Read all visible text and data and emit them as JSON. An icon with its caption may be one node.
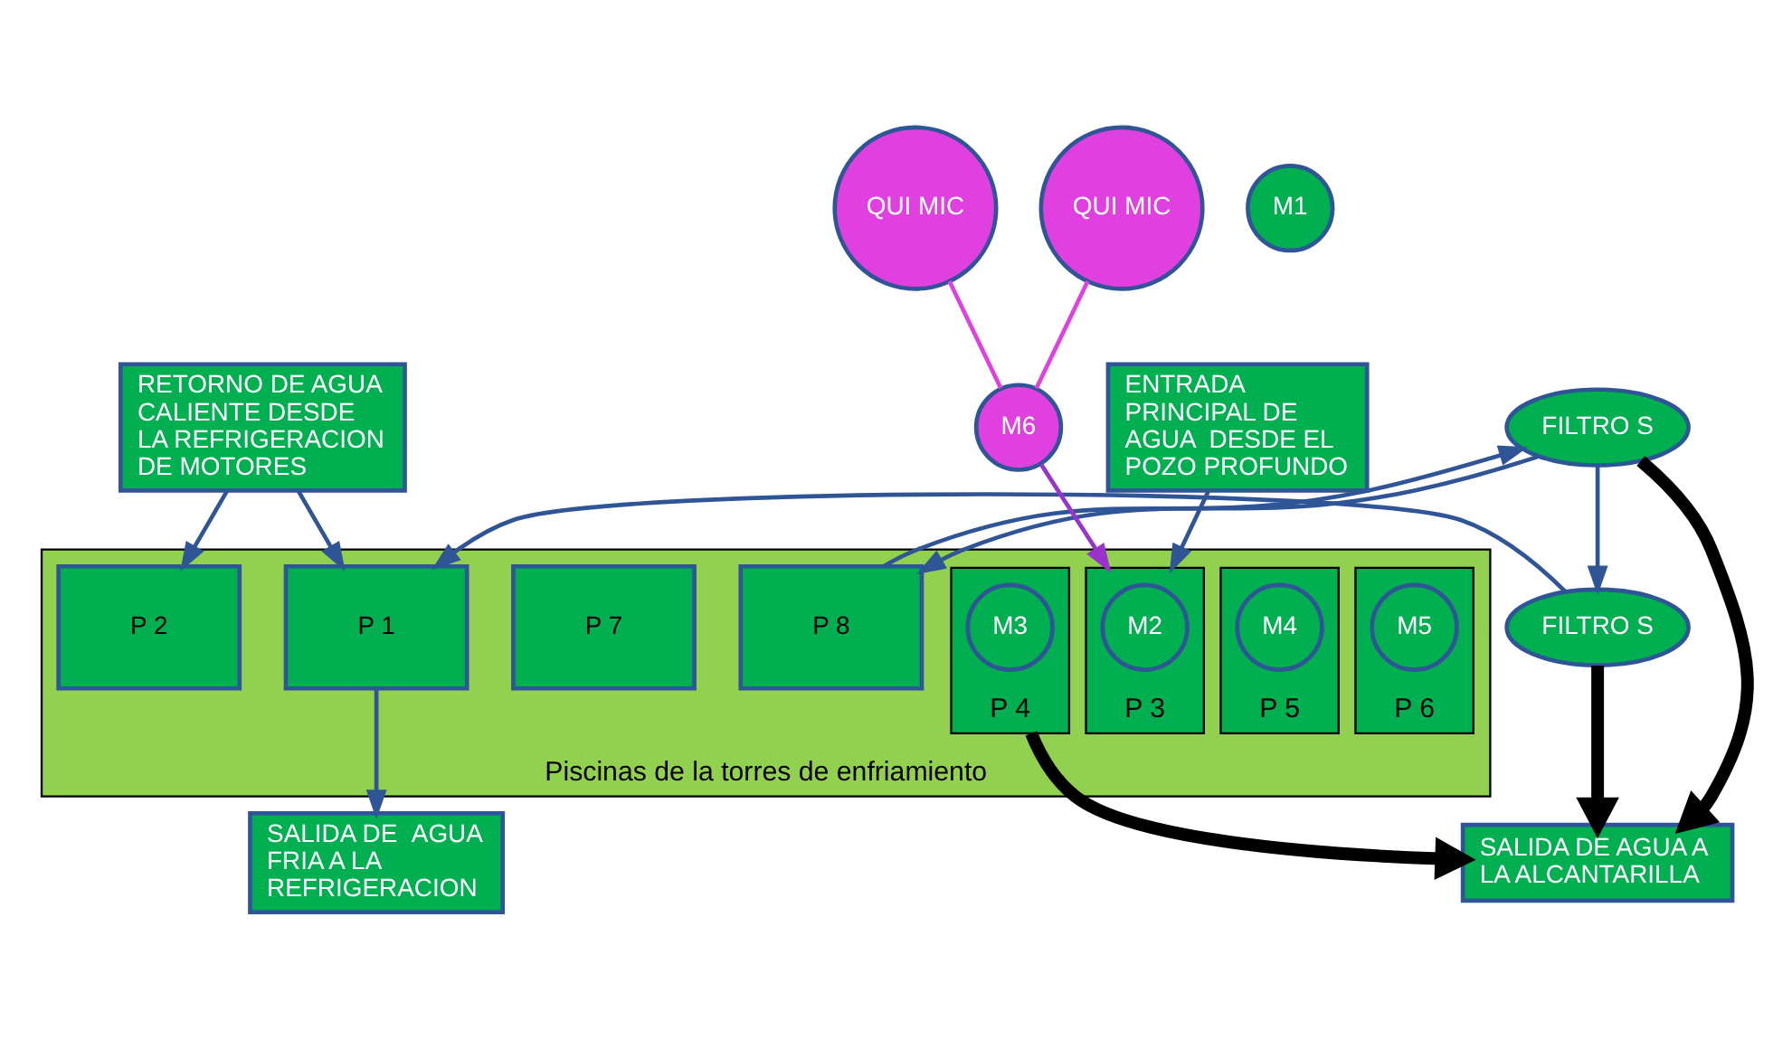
{
  "diagram": {
    "nodes": [
      {
        "text": [
          "Piscinas de la torres de enfriamiento"
        ]
      },
      {
        "text": [
          "P 8"
        ],
        "in": 0
      },
      {
        "text": [
          "P 7"
        ],
        "in": 0
      },
      {
        "text": [
          "P 6"
        ],
        "in": 0
      },
      {
        "text": [
          "M5"
        ],
        "in": 3
      },
      {
        "text": [
          "P 5"
        ],
        "in": 0
      },
      {
        "text": [
          "M4"
        ],
        "in": 5
      },
      {
        "text": [
          "P 1"
        ],
        "in": 0
      },
      {
        "text": [
          "P 2"
        ],
        "in": 0
      },
      {
        "text": [
          "P 3"
        ],
        "in": 0
      },
      {
        "text": [
          "M2"
        ],
        "in": 9
      },
      {
        "text": [
          "P 4"
        ],
        "in": 0
      },
      {
        "text": [
          "M3"
        ],
        "in": 11
      },
      {
        "text": [
          "M1"
        ]
      },
      {
        "text": [
          "FILTRO S"
        ]
      },
      {
        "text": [
          "FILTRO S"
        ]
      },
      {
        "text": [
          "M6"
        ]
      },
      {
        "text": [
          "QUI MIC"
        ]
      },
      {
        "text": [
          "QUI MIC"
        ]
      },
      {
        "text": [
          "SALIDA DE  AGUA FRIA A LA REFRIGERACION"
        ]
      },
      {
        "text": [
          "RETORNO DE AGUA CALIENTE DESDE LA REFRIGERACION DE MOTORES"
        ]
      },
      {
        "text": [
          "ENTRADA PRINCIPAL DE AGUA  DESDE EL POZO PROFUNDO"
        ]
      },
      {
        "text": [
          "SALIDA DE AGUA A LA ALCANTARILLA"
        ]
      }
    ],
    "edges": [
      {
        "from": 1,
        "to": 14,
        "arrow": "to"
      },
      {
        "from": 14,
        "to": 1,
        "arrow": "to"
      },
      {
        "from": 14,
        "to": 15,
        "arrow": "to"
      },
      {
        "from": 15,
        "to": 7,
        "arrow": "to"
      },
      {
        "from": 14,
        "to": 22,
        "arrow": "to",
        "style": "thick",
        "color": "#000000"
      },
      {
        "from": 15,
        "to": 22,
        "arrow": "to",
        "style": "thick",
        "color": "#000000"
      },
      {
        "from": 11,
        "to": 22,
        "arrow": "to",
        "style": "thick",
        "color": "#000000"
      },
      {
        "from": 7,
        "to": 19,
        "arrow": "to"
      },
      {
        "from": 20,
        "to": 7,
        "arrow": "to"
      },
      {
        "from": 20,
        "to": 8,
        "arrow": "to"
      },
      {
        "from": 21,
        "to": 9,
        "arrow": "to"
      },
      {
        "from": 16,
        "to": 9,
        "arrow": "to",
        "color": "#9933cc"
      },
      {
        "from": 17,
        "to": 16,
        "arrow": "none",
        "color": "#e040e0"
      },
      {
        "from": 18,
        "to": 16,
        "arrow": "none",
        "color": "#e040e0"
      }
    ]
  }
}
